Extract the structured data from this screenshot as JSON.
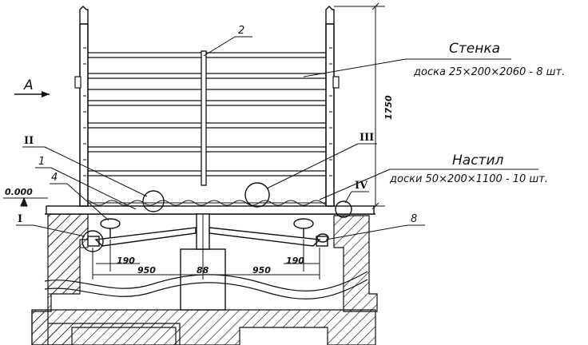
{
  "view_label": "А",
  "callouts": {
    "n2": "2",
    "n1": "1",
    "n4": "4",
    "n8": "8",
    "rII": "II",
    "rIII": "III",
    "rI": "I",
    "rIV": "IV"
  },
  "notes": {
    "wall_title": "Стенка",
    "wall_spec": "доска 25×200×2060 - 8 шт.",
    "floor_title": "Настил",
    "floor_spec": "доски 50×200×1100 - 10 шт."
  },
  "dimensions": {
    "height": "1750",
    "level": "0.000",
    "left_190": "190",
    "left_950": "950",
    "center_88": "88",
    "right_950": "950",
    "right_190": "190"
  }
}
